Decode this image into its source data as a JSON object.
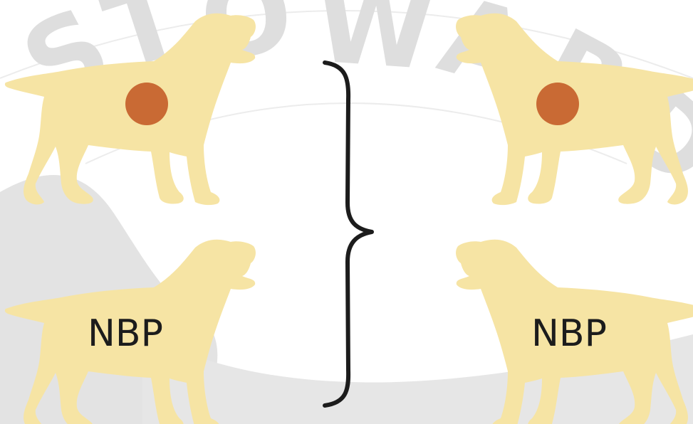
{
  "colors": {
    "dog": "#f6e4a4",
    "spot": "#c96a34",
    "brace": "#1c1c1c",
    "text": "#1c1c1c",
    "watermark": "#dedede"
  },
  "watermark": {
    "letters": [
      "S",
      "T",
      "O",
      "W",
      "A",
      "R",
      "D"
    ]
  },
  "dogs": [
    {
      "facing": "right",
      "marker": "spot"
    },
    {
      "facing": "left",
      "marker": "spot"
    },
    {
      "facing": "right",
      "marker": "text",
      "label": "NBP"
    },
    {
      "facing": "left",
      "marker": "text",
      "label": "NBP"
    }
  ]
}
